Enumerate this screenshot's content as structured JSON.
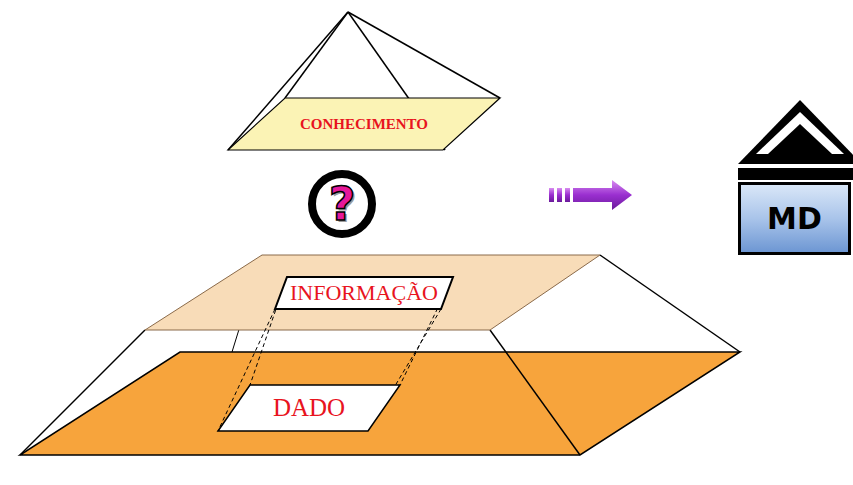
{
  "diagram": {
    "nodes": [
      {
        "text": [
          "CONHECIMENTO"
        ]
      },
      {
        "text": [
          "?"
        ]
      },
      {
        "text": [
          "MD"
        ]
      },
      {
        "text": [
          "INFORMAÇÃO"
        ]
      },
      {
        "text": [
          "DADO"
        ]
      }
    ]
  }
}
